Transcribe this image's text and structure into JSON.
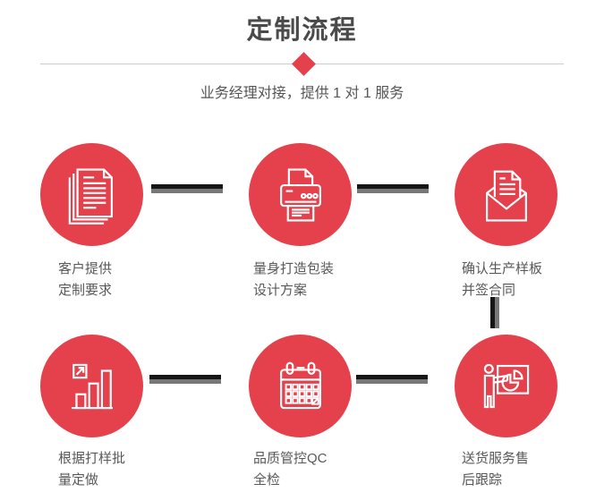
{
  "page": {
    "title": "定制流程",
    "subtitle": "业务经理对接，提供 1 对 1 服务"
  },
  "colors": {
    "accent_red": "#e5414c",
    "heading_text": "#4a4a4a",
    "body_text": "#595959",
    "divider_line": "#cccccc",
    "connector_dark": "#161616",
    "connector_light": "#787878",
    "icon_stroke": "#ffffff",
    "background": "#ffffff"
  },
  "steps": [
    {
      "icon": "documents-icon",
      "lines": [
        "客户提供",
        "定制要求"
      ]
    },
    {
      "icon": "printer-icon",
      "lines": [
        "量身打造包装",
        "设计方案"
      ]
    },
    {
      "icon": "envelope-icon",
      "lines": [
        "确认生产样板",
        "并签合同"
      ]
    },
    {
      "icon": "bar-chart-icon",
      "lines": [
        "根据打样批",
        "量定做"
      ]
    },
    {
      "icon": "calendar-icon",
      "lines": [
        "品质管控QC",
        "全检"
      ]
    },
    {
      "icon": "presentation-icon",
      "lines": [
        "送货服务售",
        "后跟踪"
      ]
    }
  ]
}
